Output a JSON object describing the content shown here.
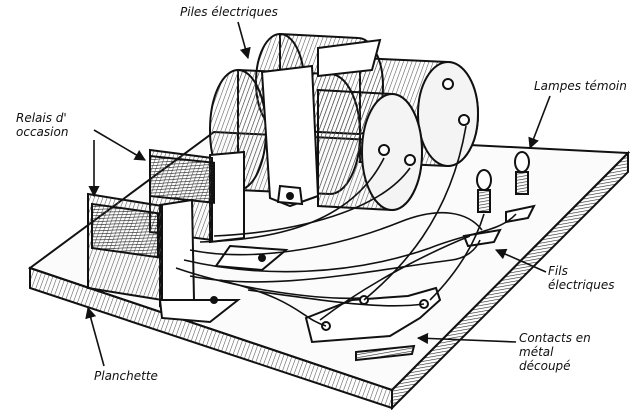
{
  "labels": {
    "piles": "Piles électriques",
    "lampes": "Lampes témoin",
    "relais": "Relais d' occasion",
    "fils": "Fils électriques",
    "contacts": "Contacts en métal découpé",
    "planchette": "Planchette"
  },
  "colors": {
    "ink": "#111111",
    "paper": "#ffffff",
    "hatch": "#555555"
  }
}
